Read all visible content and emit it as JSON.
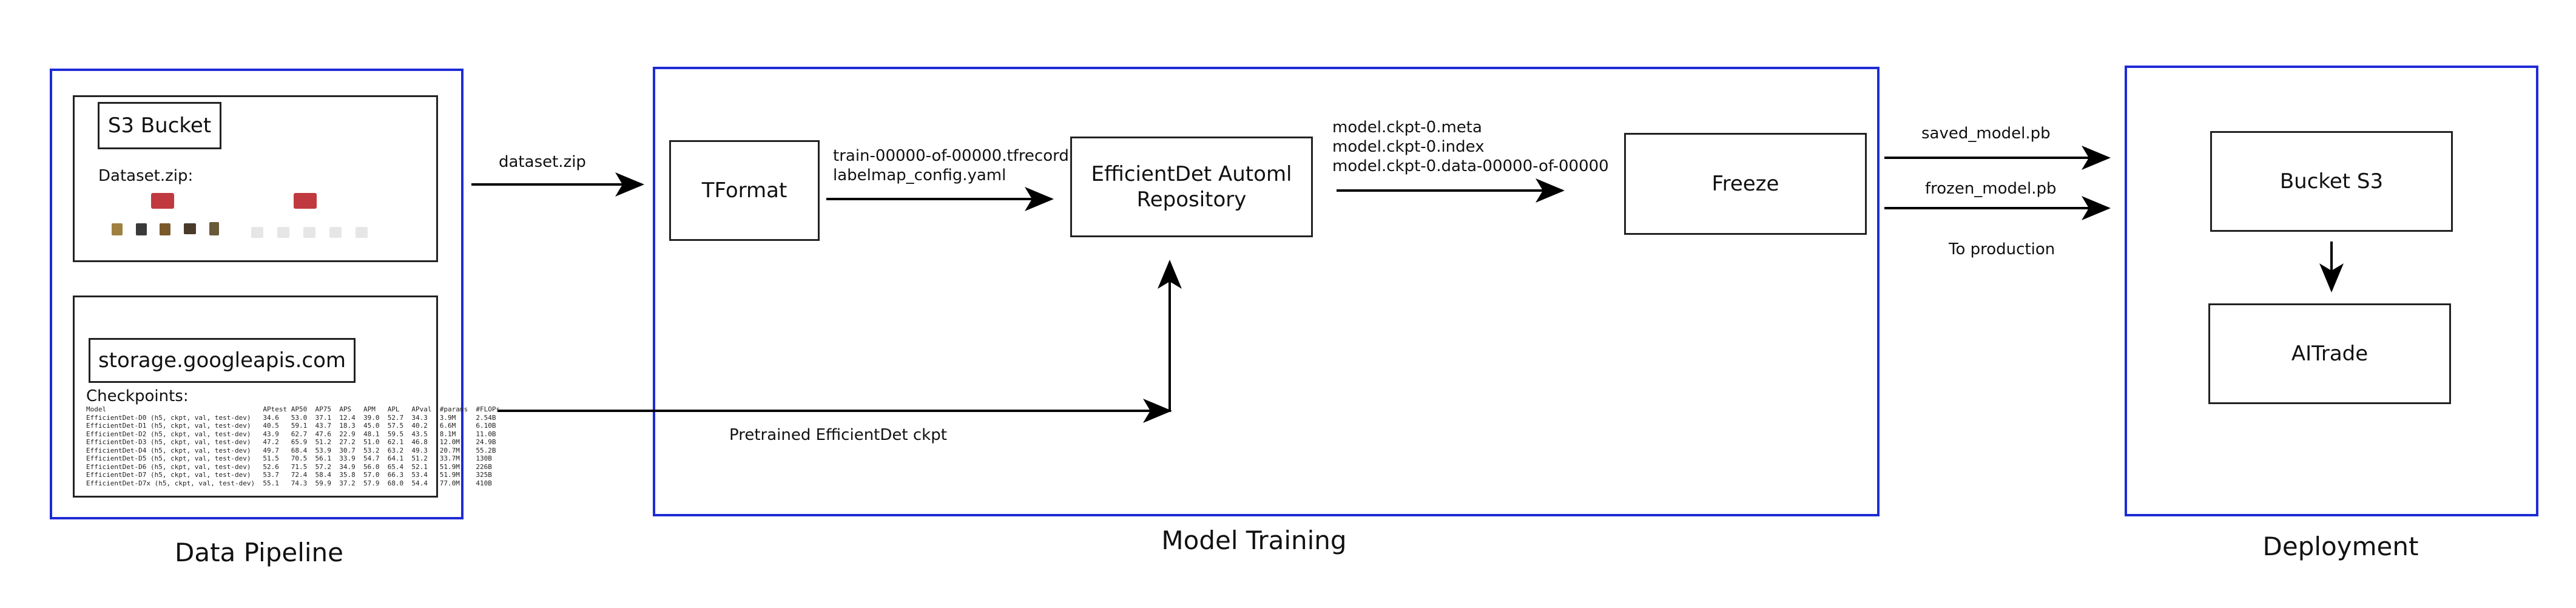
{
  "stages": {
    "data_pipeline": "Data Pipeline",
    "model_training": "Model Training",
    "deployment": "Deployment"
  },
  "data_pipeline": {
    "s3_title": "S3 Bucket",
    "dataset_label": "Dataset.zip:",
    "gcs_title": "storage.googleapis.com",
    "checkpoints_label": "Checkpoints:",
    "table_header": [
      "Model",
      "APtest",
      "AP50",
      "AP75",
      "APS",
      "APM",
      "APL",
      "APval",
      "#params",
      "#FLOPs"
    ],
    "table_rows": [
      [
        "EfficientDet-D0 (h5, ckpt, val, test-dev)",
        "34.6",
        "53.0",
        "37.1",
        "12.4",
        "39.0",
        "52.7",
        "34.3",
        "3.9M",
        "2.54B"
      ],
      [
        "EfficientDet-D1 (h5, ckpt, val, test-dev)",
        "40.5",
        "59.1",
        "43.7",
        "18.3",
        "45.0",
        "57.5",
        "40.2",
        "6.6M",
        "6.10B"
      ],
      [
        "EfficientDet-D2 (h5, ckpt, val, test-dev)",
        "43.9",
        "62.7",
        "47.6",
        "22.9",
        "48.1",
        "59.5",
        "43.5",
        "8.1M",
        "11.0B"
      ],
      [
        "EfficientDet-D3 (h5, ckpt, val, test-dev)",
        "47.2",
        "65.9",
        "51.2",
        "27.2",
        "51.0",
        "62.1",
        "46.8",
        "12.0M",
        "24.9B"
      ],
      [
        "EfficientDet-D4 (h5, ckpt, val, test-dev)",
        "49.7",
        "68.4",
        "53.9",
        "30.7",
        "53.2",
        "63.2",
        "49.3",
        "20.7M",
        "55.2B"
      ],
      [
        "EfficientDet-D5 (h5, ckpt, val, test-dev)",
        "51.5",
        "70.5",
        "56.1",
        "33.9",
        "54.7",
        "64.1",
        "51.2",
        "33.7M",
        "130B"
      ],
      [
        "EfficientDet-D6 (h5, ckpt, val, test-dev)",
        "52.6",
        "71.5",
        "57.2",
        "34.9",
        "56.0",
        "65.4",
        "52.1",
        "51.9M",
        "226B"
      ],
      [
        "EfficientDet-D7 (h5, ckpt, val, test-dev)",
        "53.7",
        "72.4",
        "58.4",
        "35.8",
        "57.0",
        "66.3",
        "53.4",
        "51.9M",
        "325B"
      ],
      [
        "EfficientDet-D7x (h5, ckpt, val, test-dev)",
        "55.1",
        "74.3",
        "59.9",
        "37.2",
        "57.9",
        "68.0",
        "54.4",
        "77.0M",
        "410B"
      ]
    ]
  },
  "edges": {
    "dataset_zip": "dataset.zip",
    "tfrecord_line1": "train-00000-of-00000.tfrecord",
    "tfrecord_line2": "labelmap_config.yaml",
    "ckpt_line1": "model.ckpt-0.meta",
    "ckpt_line2": "model.ckpt-0.index",
    "ckpt_line3": "model.ckpt-0.data-00000-of-00000",
    "pretrained": "Pretrained EfficientDet ckpt",
    "saved_model": "saved_model.pb",
    "frozen_model": "frozen_model.pb",
    "to_production": "To production"
  },
  "nodes": {
    "tformat": "TFormat",
    "efficientdet_line1": "EfficientDet Automl",
    "efficientdet_line2": "Repository",
    "freeze": "Freeze",
    "bucket_s3": "Bucket S3",
    "aitrade": "AITrade"
  },
  "colors": {
    "stage_border": "#1e2bd6",
    "box_border": "#222222",
    "arrow": "#000000"
  }
}
